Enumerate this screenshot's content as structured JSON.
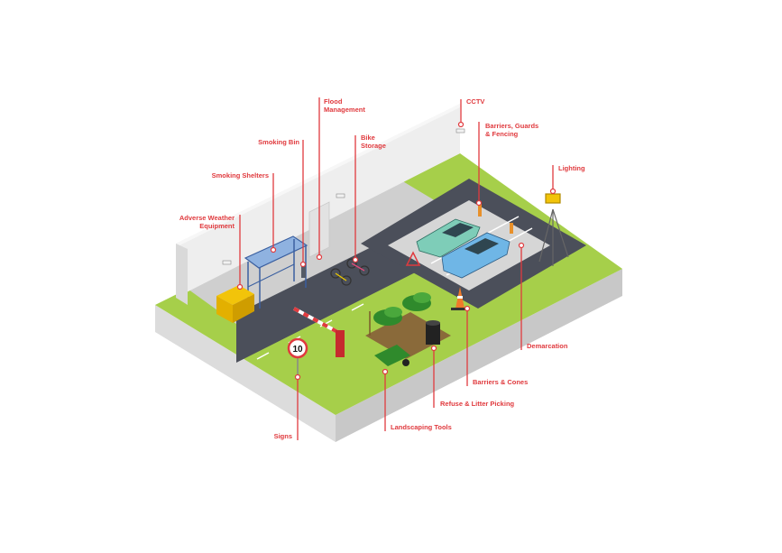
{
  "colors": {
    "accent": "#e03a3e",
    "grass": "#a6cf4a",
    "asphalt": "#4b4f5a",
    "wall": "#eeeeee",
    "marking": "#ffffff"
  },
  "labels": {
    "flood_management": "Flood\nManagement",
    "cctv": "CCTV",
    "smoking_bin": "Smoking Bin",
    "bike_storage": "Bike\nStorage",
    "barriers_guards_fencing": "Barriers, Guards\n& Fencing",
    "lighting": "Lighting",
    "smoking_shelters": "Smoking Shelters",
    "adverse_weather_equipment": "Adverse Weather\nEquipment",
    "demarcation": "Demarcation",
    "barriers_cones": "Barriers & Cones",
    "refuse_litter_picking": "Refuse & Litter Picking",
    "signs": "Signs",
    "landscaping_tools": "Landscaping Tools"
  },
  "sign": {
    "speed_limit": "10"
  }
}
